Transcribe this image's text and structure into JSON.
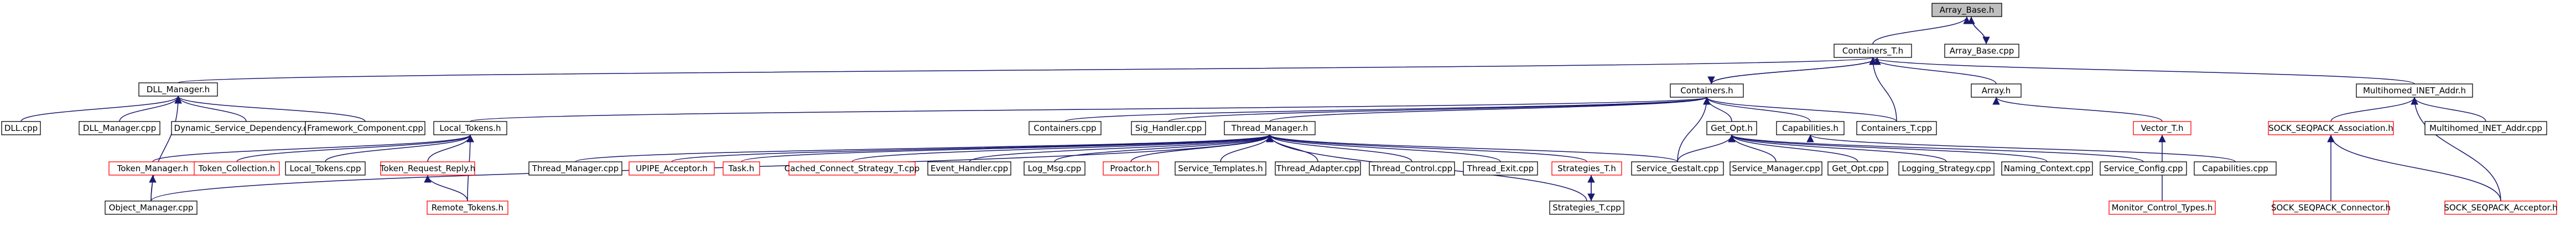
{
  "colors": {
    "edge": "#191970",
    "root_fill": "#bfbfbf",
    "missing_border": "#ff0000",
    "node_border": "#000000"
  },
  "nodes": {
    "array_base_h": "Array_Base.h",
    "array_base_cpp": "Array_Base.cpp",
    "containers_t_h": "Containers_T.h",
    "dll_manager_h": "DLL_Manager.h",
    "containers_h": "Containers.h",
    "array_h": "Array.h",
    "multihomed_h": "Multihomed_INET_Addr.h",
    "dll_cpp": "DLL.cpp",
    "dll_manager_cpp": "DLL_Manager.cpp",
    "dynamic_svc_cpp": "Dynamic_Service_Dependency.cpp",
    "framework_cpp": "Framework_Component.cpp",
    "local_tokens_h": "Local_Tokens.h",
    "containers_cpp": "Containers.cpp",
    "sig_handler_cpp": "Sig_Handler.cpp",
    "thread_manager_h": "Thread_Manager.h",
    "get_opt_h": "Get_Opt.h",
    "capabilities_h": "Capabilities.h",
    "containers_t_cpp": "Containers_T.cpp",
    "vector_t_h": "Vector_T.h",
    "sock_assoc_h": "SOCK_SEQPACK_Association.h",
    "multihomed_cpp": "Multihomed_INET_Addr.cpp",
    "token_manager_h": "Token_Manager.h",
    "token_collection_h": "Token_Collection.h",
    "local_tokens_cpp": "Local_Tokens.cpp",
    "token_request_h": "Token_Request_Reply.h",
    "object_manager_cpp": "Object_Manager.cpp",
    "remote_tokens_h": "Remote_Tokens.h",
    "thread_manager_cpp": "Thread_Manager.cpp",
    "upipe_acceptor_h": "UPIPE_Acceptor.h",
    "task_h": "Task.h",
    "cached_connect_cpp": "Cached_Connect_Strategy_T.cpp",
    "event_handler_cpp": "Event_Handler.cpp",
    "log_msg_cpp": "Log_Msg.cpp",
    "proactor_h": "Proactor.h",
    "service_templates_h": "Service_Templates.h",
    "thread_adapter_cpp": "Thread_Adapter.cpp",
    "thread_control_cpp": "Thread_Control.cpp",
    "thread_exit_cpp": "Thread_Exit.cpp",
    "strategies_t_h": "Strategies_T.h",
    "strategies_t_cpp": "Strategies_T.cpp",
    "service_gestalt_cpp": "Service_Gestalt.cpp",
    "service_manager_cpp": "Service_Manager.cpp",
    "get_opt_cpp": "Get_Opt.cpp",
    "logging_strategy_cpp": "Logging_Strategy.cpp",
    "naming_context_cpp": "Naming_Context.cpp",
    "service_config_cpp": "Service_Config.cpp",
    "capabilities_cpp": "Capabilities.cpp",
    "monitor_control_h": "Monitor_Control_Types.h",
    "sock_connector_h": "SOCK_SEQPACK_Connector.h",
    "sock_acceptor_h": "SOCK_SEQPACK_Acceptor.h"
  }
}
